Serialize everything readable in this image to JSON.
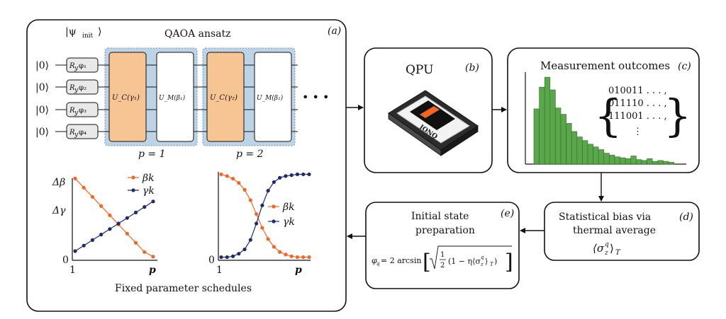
{
  "panel_a": {
    "label": "(a)",
    "psi_init": "|ψ",
    "psi_sub": "init",
    "ansatz_title": "QAOA ansatz",
    "ket0": "|0⟩",
    "ry_gates": [
      "φ₁",
      "φ₂",
      "φ₃",
      "φ₄"
    ],
    "uc_gates": [
      "U_C(γ₁)",
      "U_C(γ₂)"
    ],
    "um_gates": [
      "U_M(β₁)",
      "U_M(β₂)"
    ],
    "ellipsis": "• • •",
    "p_labels": [
      "p = 1",
      "p = 2"
    ],
    "schedule_caption": "Fixed parameter schedules"
  },
  "panel_b": {
    "title": "QPU",
    "label": "(b)",
    "chip_text": "IONQ"
  },
  "panel_c": {
    "title": "Measurement outcomes",
    "label": "(c)",
    "bitstrings": [
      "010011 . . . ,",
      "011110 . . . ,",
      "111001 . . . ,",
      "⋮"
    ]
  },
  "panel_d": {
    "label": "(d)",
    "line1": "Statistical bias via",
    "line2": "thermal average",
    "formula": "⟨σzq⟩T"
  },
  "panel_e": {
    "label": "(e)",
    "line1": "Initial state",
    "line2": "preparation",
    "formula": "φq = 2 arcsin [ √( ½ (1 − η⟨σzq⟩T) ) ]"
  },
  "colors": {
    "beta": "#f26522",
    "gamma": "#1d2a6b",
    "hist": "#5aa64a",
    "uc": "#f7c594",
    "shade": "#bcd4e6"
  },
  "chart_data": [
    {
      "type": "line",
      "title": "",
      "x_ticks": [
        "1",
        "p"
      ],
      "y_ticks": [
        "0",
        "Δγ",
        "Δβ"
      ],
      "x": [
        1,
        2,
        3,
        4,
        5,
        6,
        7,
        8,
        9,
        10
      ],
      "ylim": [
        0,
        1
      ],
      "series": [
        {
          "name": "βk",
          "values": [
            0.89,
            0.79,
            0.69,
            0.59,
            0.49,
            0.39,
            0.29,
            0.19,
            0.09,
            0.04
          ]
        },
        {
          "name": "γk",
          "values": [
            0.1,
            0.16,
            0.22,
            0.28,
            0.34,
            0.4,
            0.46,
            0.52,
            0.58,
            0.64
          ]
        }
      ]
    },
    {
      "type": "line",
      "title": "",
      "x_ticks": [
        "1",
        "p"
      ],
      "y_ticks": [
        "0"
      ],
      "x": [
        1,
        2,
        3,
        4,
        5,
        6,
        7,
        8,
        9,
        10,
        11,
        12,
        13,
        14,
        15,
        16
      ],
      "ylim": [
        0,
        1
      ],
      "series": [
        {
          "name": "βk",
          "values": [
            0.98,
            0.96,
            0.93,
            0.88,
            0.8,
            0.68,
            0.52,
            0.36,
            0.23,
            0.14,
            0.08,
            0.05,
            0.03,
            0.02,
            0.02,
            0.02
          ]
        },
        {
          "name": "γk",
          "values": [
            0.02,
            0.02,
            0.03,
            0.06,
            0.11,
            0.22,
            0.41,
            0.62,
            0.79,
            0.89,
            0.94,
            0.96,
            0.97,
            0.98,
            0.98,
            0.98
          ]
        }
      ]
    },
    {
      "type": "bar",
      "title": "",
      "x": [
        1,
        2,
        3,
        4,
        5,
        6,
        7,
        8,
        9,
        10,
        11,
        12,
        13,
        14,
        15,
        16,
        17,
        18,
        19,
        20,
        21,
        22,
        23,
        24,
        25,
        26
      ],
      "values": [
        0.61,
        0.85,
        0.96,
        0.82,
        0.62,
        0.55,
        0.45,
        0.36,
        0.3,
        0.26,
        0.22,
        0.19,
        0.16,
        0.12,
        0.1,
        0.08,
        0.07,
        0.06,
        0.09,
        0.05,
        0.04,
        0.06,
        0.03,
        0.04,
        0.03,
        0.02
      ],
      "ylim": [
        0,
        1
      ]
    }
  ]
}
